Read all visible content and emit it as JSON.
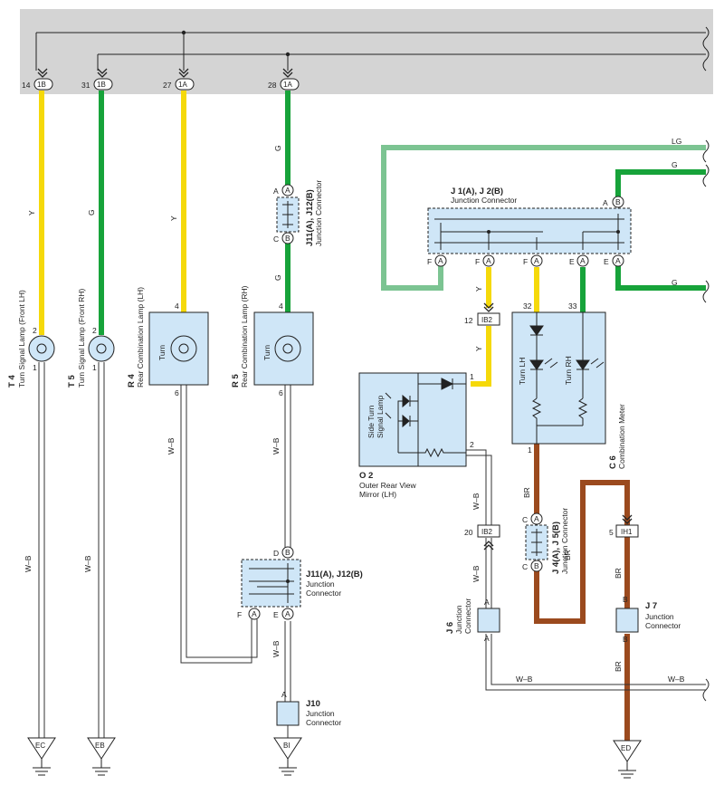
{
  "colors": {
    "yellow": "#f5d90a",
    "green": "#17a33a",
    "light_green": "#7cc492",
    "brown": "#9b4a1e",
    "wire_wb": "#333333",
    "component_fill": "#cfe6f7",
    "header_band": "#d4d4d4"
  },
  "top_connectors": [
    {
      "pin": "14",
      "code": "1B"
    },
    {
      "pin": "31",
      "code": "1B"
    },
    {
      "pin": "27",
      "code": "1A"
    },
    {
      "pin": "28",
      "code": "1A"
    }
  ],
  "wire_colors": {
    "y": "Y",
    "g": "G",
    "lg": "LG",
    "wb": "W–B",
    "br": "BR"
  },
  "lamps": {
    "t4": {
      "id": "T 4",
      "name": "Turn Signal Lamp (Front LH)",
      "pin_top": "2",
      "pin_bottom": "1"
    },
    "t5": {
      "id": "T 5",
      "name": "Turn Signal Lamp (Front RH)",
      "pin_top": "2",
      "pin_bottom": "1"
    },
    "r4": {
      "id": "R 4",
      "name": "Rear Combination Lamp (LH)",
      "inner": "Turn",
      "pin_top": "4",
      "pin_bottom": "6"
    },
    "r5": {
      "id": "R 5",
      "name": "Rear Combination Lamp (RH)",
      "inner": "Turn",
      "pin_top": "4",
      "pin_bottom": "6"
    }
  },
  "j11_top": {
    "label": "J11(A), J12(B)",
    "sub": "Junction Connector",
    "pin_a": "A",
    "pin_c": "C",
    "side_a": "A",
    "side_b": "B"
  },
  "j11_bottom": {
    "label": "J11(A), J12(B)",
    "sub1": "Junction",
    "sub2": "Connector",
    "pin_d": "D",
    "pin_f": "F",
    "pin_e": "E",
    "side_a": "A",
    "side_b": "B"
  },
  "j10": {
    "id": "J10",
    "sub1": "Junction",
    "sub2": "Connector",
    "pin": "A"
  },
  "j1": {
    "label": "J 1(A), J 2(B)",
    "sub": "Junction Connector",
    "pin_a": "A",
    "bottom_pins": [
      {
        "pin": "F",
        "side": "A"
      },
      {
        "pin": "F",
        "side": "A"
      },
      {
        "pin": "F",
        "side": "A"
      },
      {
        "pin": "E",
        "side": "A"
      },
      {
        "pin": "E",
        "side": "A"
      }
    ],
    "side_b": "B"
  },
  "ib2_top": {
    "pin": "12",
    "code": "IB2"
  },
  "ib2_bottom": {
    "pin": "20",
    "code": "IB2"
  },
  "ih1": {
    "pin": "5",
    "code": "IH1"
  },
  "meter": {
    "id": "C 6",
    "name": "Combination Meter",
    "turn_lh": "Turn LH",
    "turn_rh": "Turn RH",
    "pin_32": "32",
    "pin_33": "33",
    "pin_1": "1"
  },
  "mirror": {
    "id": "O 2",
    "name1": "Outer Rear View",
    "name2": "Mirror (LH)",
    "inner1": "Side Turn",
    "inner2": "Signal Lamp",
    "pin_1": "1",
    "pin_2": "2"
  },
  "j4": {
    "label": "J 4(A), J 5(B)",
    "sub": "Junction Connector",
    "pin_c1": "C",
    "pin_c2": "C",
    "side_a": "A",
    "side_b": "B"
  },
  "j6": {
    "id": "J 6",
    "sub1": "Junction",
    "sub2": "Connector",
    "pin_top": "A",
    "pin_bottom": "A"
  },
  "j7": {
    "id": "J 7",
    "sub1": "Junction",
    "sub2": "Connector",
    "pin_top": "B",
    "pin_bottom": "B"
  },
  "grounds": {
    "ec": "EC",
    "eb": "EB",
    "bi": "BI",
    "ed": "ED"
  }
}
